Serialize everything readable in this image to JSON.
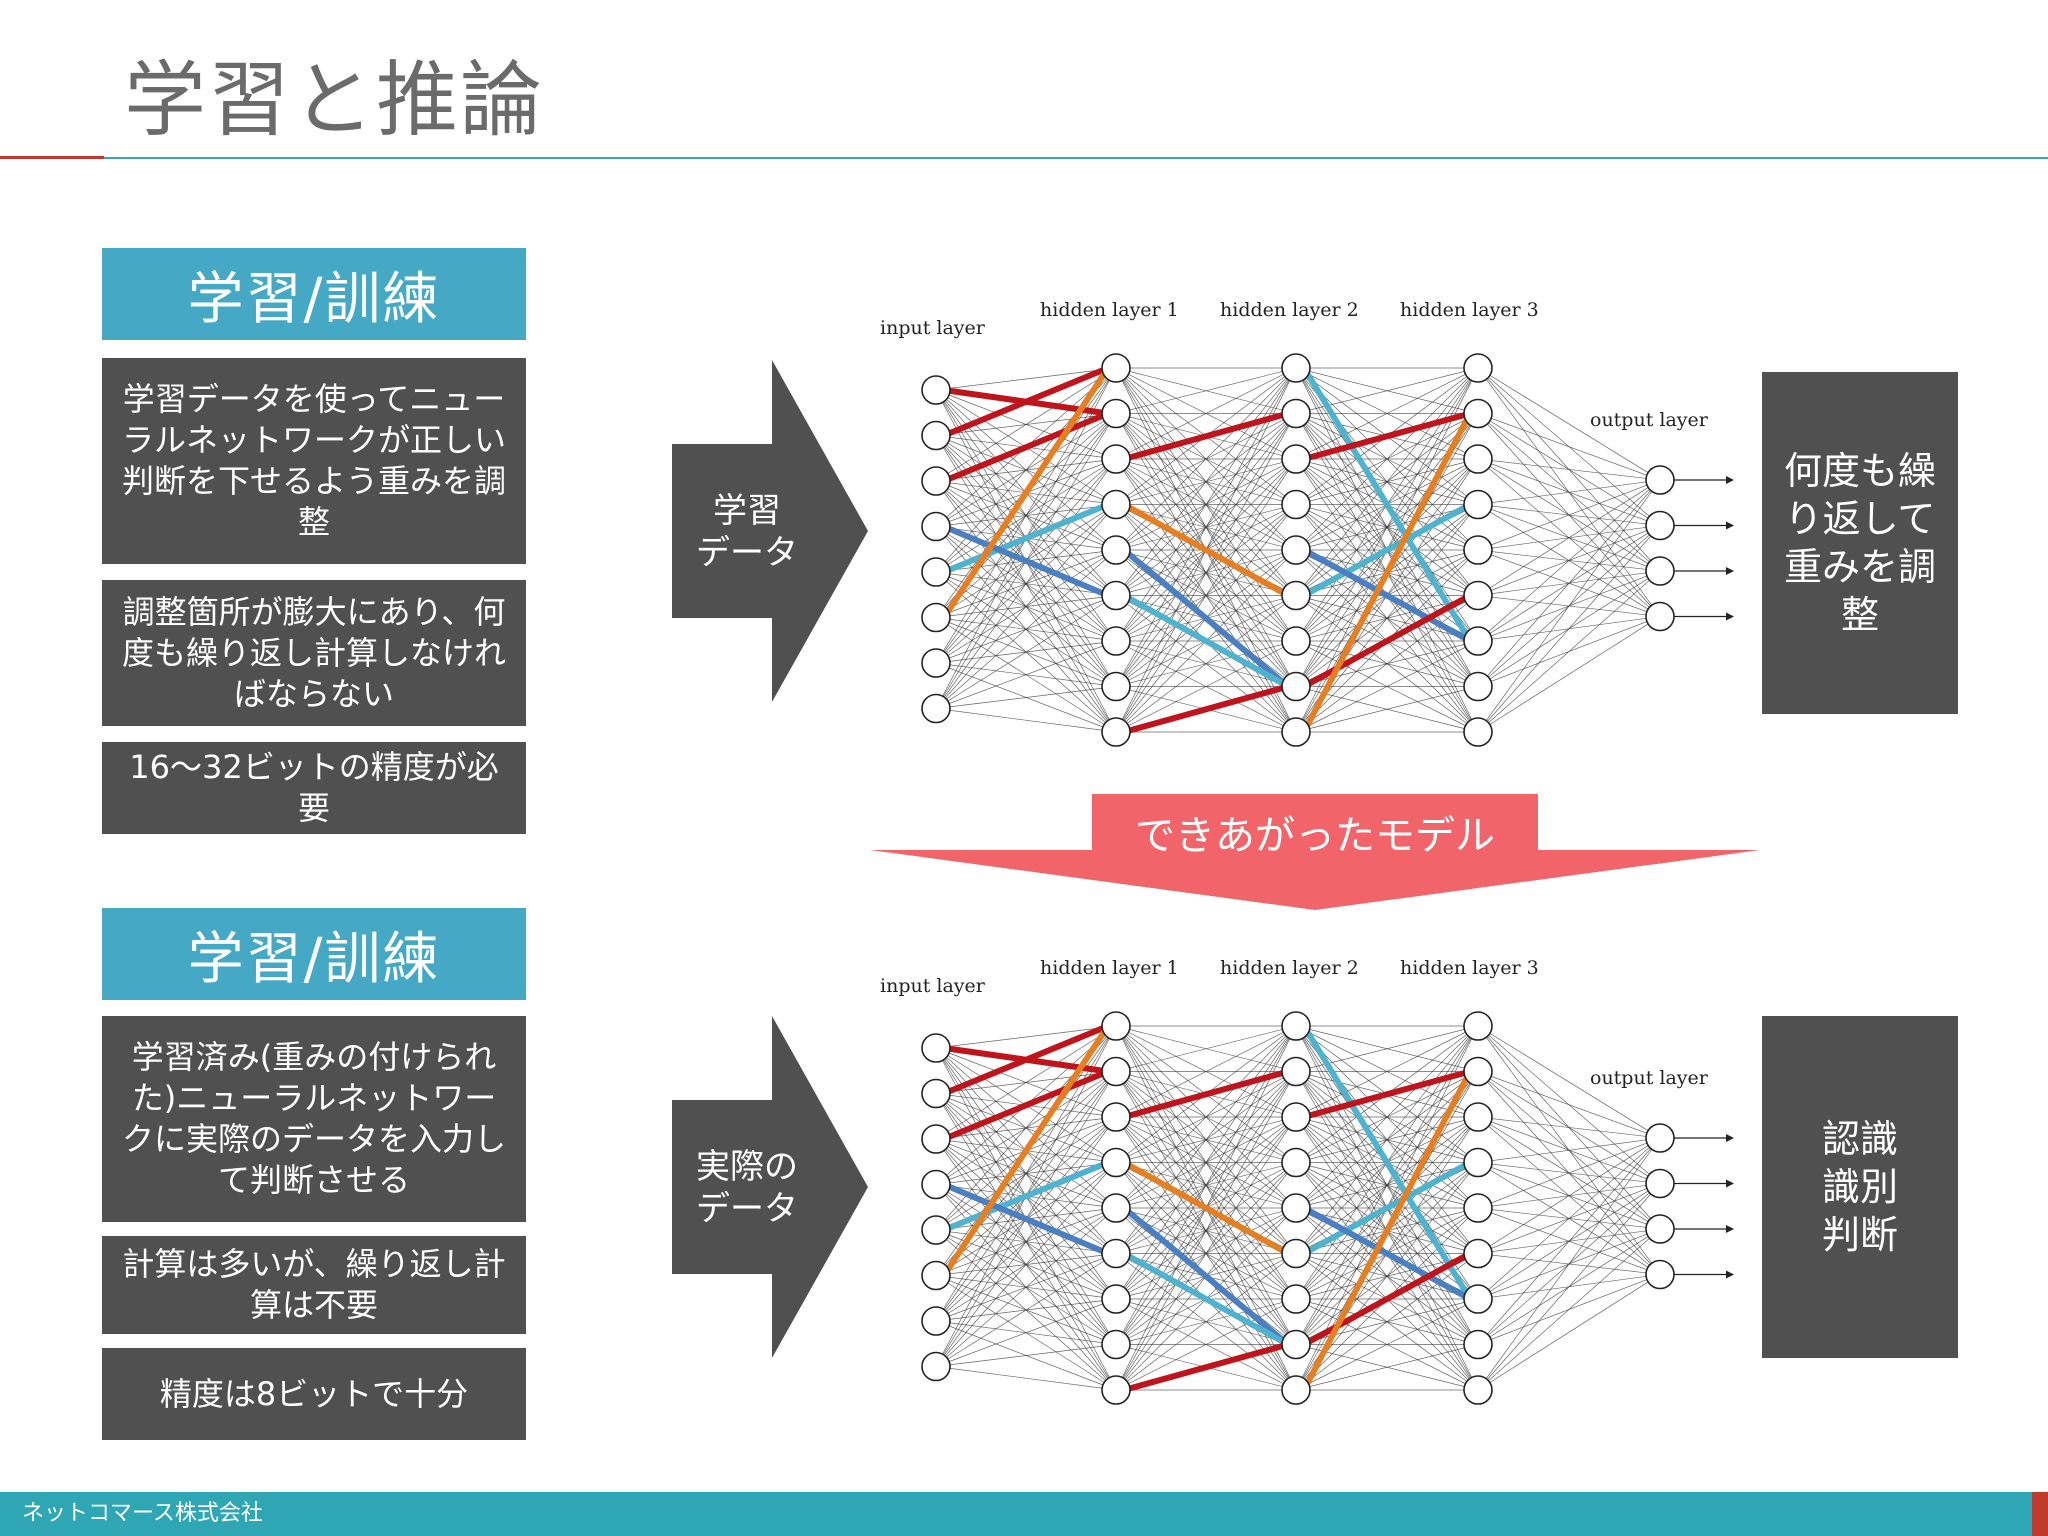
{
  "slide_title": "学習と推論",
  "training": {
    "header": "学習/訓練",
    "points": [
      "学習データを使ってニューラルネットワークが正しい判断を下せるよう重みを調整",
      "調整箇所が膨大にあり、何度も繰り返し計算しなければならない",
      "16〜32ビットの精度が必要"
    ],
    "input_label": "学習\nデータ",
    "result": "何度も繰り返して重みを調整"
  },
  "inference": {
    "header": "学習/訓練",
    "points": [
      "学習済み(重みの付けられた)ニューラルネットワークに実際のデータを入力して判断させる",
      "計算は多いが、繰り返し計算は不要",
      "精度は8ビットで十分"
    ],
    "input_label": "実際の\nデータ",
    "result": "認識\n識別\n判断"
  },
  "model_arrow_label": "できあがったモデル",
  "network": {
    "layer_labels": [
      "input layer",
      "hidden layer 1",
      "hidden layer 2",
      "hidden layer 3",
      "output layer"
    ]
  },
  "footer": "ネットコマース株式会社",
  "colors": {
    "header_blue": "#45a9c6",
    "box_gray": "#505050",
    "arrow_gray": "#505050",
    "model_arrow": "#f0646a",
    "footer_teal": "#2fa6b4",
    "accent_red": "#c0392b",
    "line_red": "#c0141c",
    "line_blue": "#4a7fc1",
    "line_cyan": "#4fb3cf",
    "line_orange": "#e67e22"
  }
}
